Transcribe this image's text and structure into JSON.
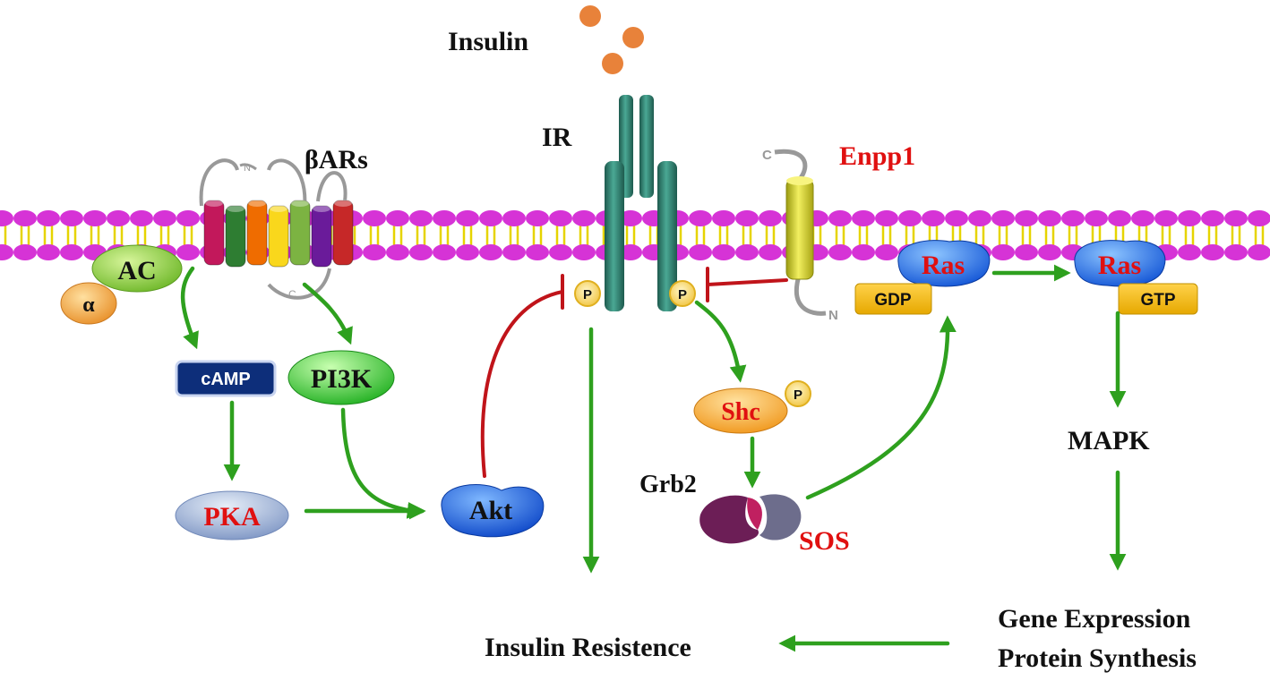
{
  "ligand": {
    "label": "Insulin",
    "color": "#e8823a"
  },
  "receptors": {
    "beta_ars": {
      "label": "βARs",
      "helix_colors": [
        "#c2185b",
        "#2e7d32",
        "#ef6c00",
        "#f9d71c",
        "#7cb342",
        "#6a1b9a",
        "#c62828"
      ]
    },
    "ir": {
      "label": "IR",
      "color": "#2e7d6e"
    },
    "enpp1": {
      "label": "Enpp1",
      "color": "#d6d22a",
      "label_color": "#e01010"
    }
  },
  "terminals": {
    "n": "N",
    "c": "C"
  },
  "phospho_label": "P",
  "nodes": {
    "ac": {
      "label": "AC",
      "color": "#8fd13a"
    },
    "alpha": {
      "label": "α",
      "color": "#f2a43a"
    },
    "camp": {
      "label": "cAMP",
      "color": "#0d2e7a"
    },
    "pi3k": {
      "label": "PI3K",
      "color": "#3cc83c"
    },
    "pka": {
      "label": "PKA",
      "color": "#9fb4d8",
      "label_color": "#e01010"
    },
    "akt": {
      "label": "Akt",
      "color": "#1e64e0"
    },
    "shc": {
      "label": "Shc",
      "color": "#f5a623",
      "label_color": "#e01010"
    },
    "grb2": {
      "label": "Grb2"
    },
    "sos": {
      "label": "SOS",
      "label_color": "#e01010"
    },
    "ras_gdp": {
      "label": "Ras",
      "tag": "GDP",
      "label_color": "#e01010"
    },
    "ras_gtp": {
      "label": "Ras",
      "tag": "GTP",
      "label_color": "#e01010"
    },
    "mapk": {
      "label": "MAPK"
    }
  },
  "outcomes": {
    "gene_expression": "Gene Expression",
    "protein_synthesis": "Protein Synthesis",
    "insulin_resistance": "Insulin Resistence"
  },
  "colors": {
    "activation_arrow": "#2ea01e",
    "inhibition_line": "#c0141a",
    "membrane_head": "#d633d6",
    "membrane_tail": "#e6d400"
  }
}
